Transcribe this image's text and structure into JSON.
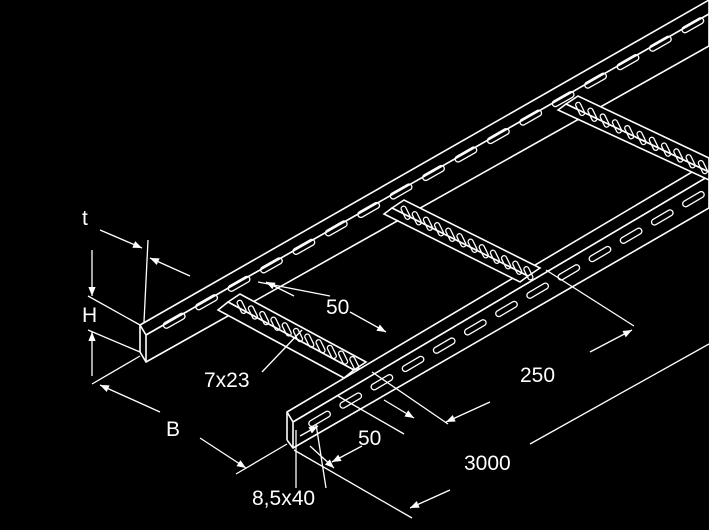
{
  "colors": {
    "background": "#000000",
    "line": "#ffffff"
  },
  "labels": {
    "thickness": "t",
    "height": "H",
    "width": "B",
    "slot_rung": "7x23",
    "slot_side": "8,5x40",
    "rung_offset": "50",
    "slot_offset": "50",
    "rung_spacing": "250",
    "length": "3000"
  }
}
